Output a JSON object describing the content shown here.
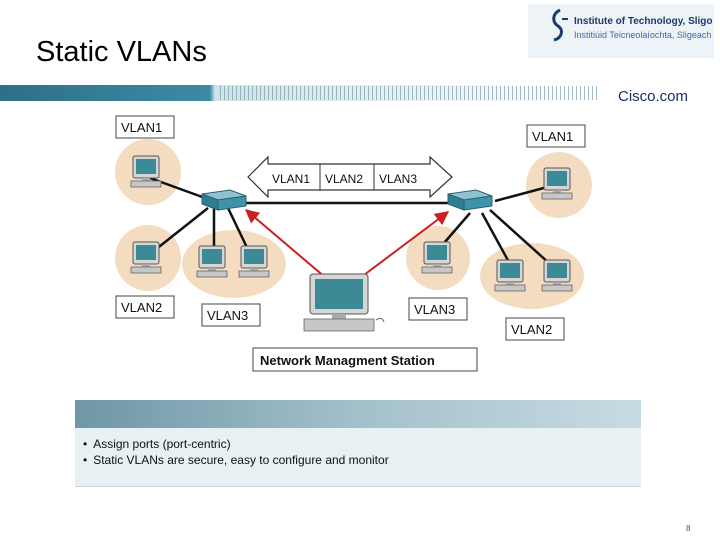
{
  "slide": {
    "title": "Static VLANs",
    "page_number": "8"
  },
  "logo": {
    "line1": "Institute of Technology, Sligo",
    "line2": "Institiúid Teicneolaíochta, Sligeach"
  },
  "header": {
    "brand": "Cisco.com"
  },
  "diagram": {
    "trunk_labels": [
      "VLAN1",
      "VLAN2",
      "VLAN3"
    ],
    "left_vlan1_label": "VLAN1",
    "left_vlan2_label": "VLAN2",
    "left_vlan3_label": "VLAN3",
    "right_vlan1_label": "VLAN1",
    "right_vlan2_label": "VLAN2",
    "right_vlan3_label": "VLAN3",
    "station_label": "Network Managment Station"
  },
  "notes": {
    "items": [
      "Assign ports (port-centric)",
      "Static VLANs are secure, easy to configure and monitor"
    ]
  },
  "colors": {
    "band": "#3d8aa6",
    "cloud": "#f3dcc0",
    "arrow_red": "#cc1f1f",
    "switch": "#3a8aa0"
  }
}
